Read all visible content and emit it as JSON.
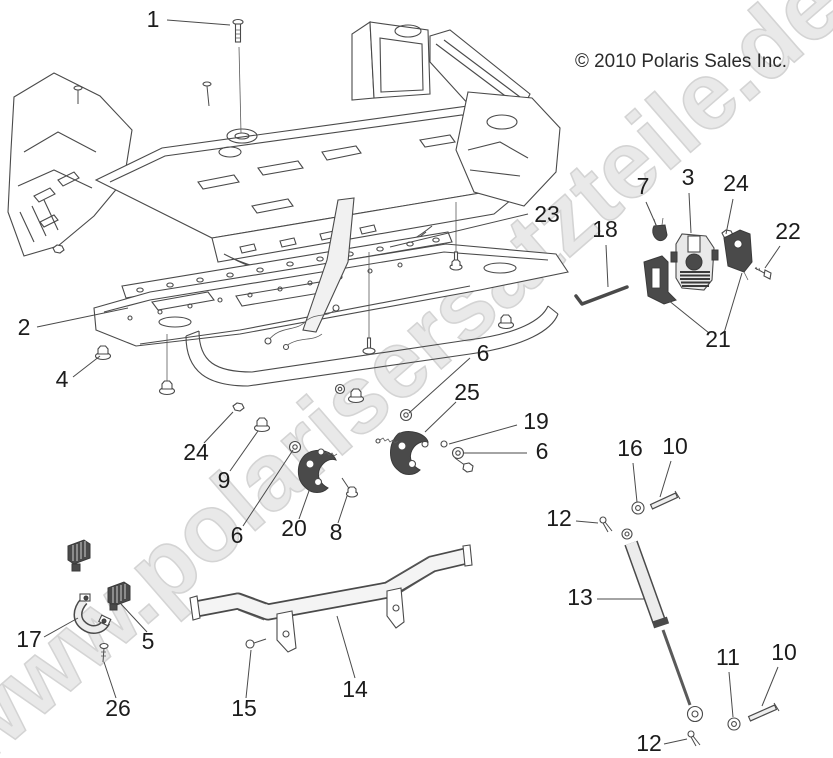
{
  "watermark": {
    "text": "www.polarisersatzteile.de"
  },
  "copyright": {
    "text": "© 2010 Polaris Sales Inc."
  },
  "colors": {
    "line": "#4a4a4a",
    "label": "#1c1c1c",
    "watermark": "#e9e9e9",
    "background": "#ffffff"
  },
  "callouts": {
    "n1": "1",
    "n2": "2",
    "n3": "3",
    "n4": "4",
    "n5": "5",
    "n6_left": "6",
    "n6_mid": "6",
    "n6_right": "6",
    "n7": "7",
    "n8": "8",
    "n9": "9",
    "n10_top": "10",
    "n10_bottom": "10",
    "n11": "11",
    "n12_top": "12",
    "n12_bottom": "12",
    "n13": "13",
    "n14": "14",
    "n15": "15",
    "n16": "16",
    "n17": "17",
    "n18": "18",
    "n19": "19",
    "n20": "20",
    "n21": "21",
    "n22": "22",
    "n23": "23",
    "n24_left": "24",
    "n24_right": "24",
    "n25": "25",
    "n26": "26"
  }
}
